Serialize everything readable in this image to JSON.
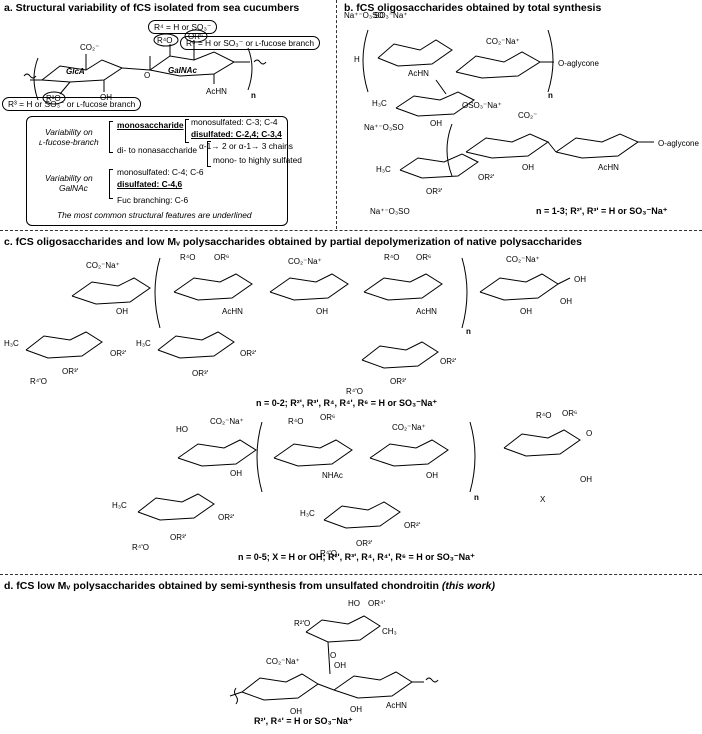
{
  "panels": {
    "a": {
      "title": "a. Structural variability of fCS isolated from sea cucumbers",
      "callout_r4": "R⁴ = H or SO₃⁻",
      "callout_r6": "R⁶ = H or SO₃⁻ or ʟ-fucose branch",
      "callout_r3": "R³ = H or SO₃⁻ or ʟ-fucose branch",
      "ring_labels": {
        "glca": "GlcA",
        "galnac": "GalNAc",
        "r3o": "R³O",
        "r4o": "R⁴O",
        "or6": "OR⁶",
        "co2": "CO₂⁻",
        "oh": "OH",
        "achn": "AcHN",
        "n": "n",
        "o": "O"
      },
      "legend": {
        "fuc_label_1": "Variability on",
        "fuc_label_2": "ʟ-fucose-branch",
        "mono_sac": "monosaccharide",
        "mono_sulf": "monosulfated: C-3; C-4",
        "di_sulf": "disulfated: C-2,4; C-3,4",
        "di_nona": "di- to nonasaccharide",
        "chains": "α-1→ 2 or α-1→ 3 chains",
        "mono_high": "mono- to highly sulfated",
        "galnac_label_1": "Variability on",
        "galnac_label_2": "GalNAc",
        "galnac_mono": "monosulfated: C-4; C-6",
        "galnac_di": "disulfated: C-4,6",
        "fuc_branch": "Fuc branching: C-6",
        "footer": "The most common structural features are underlined"
      }
    },
    "b": {
      "title": "b. fCS oligosaccharides obtained by total synthesis",
      "labels": {
        "na_o3so": "Na⁺⁻O₃SO",
        "so3na": "SO₃⁻Na⁺",
        "h": "H",
        "co2na": "CO₂⁻Na⁺",
        "o_aglycone": "O-aglycone",
        "achn": "AcHN",
        "n": "n",
        "h3c": "H₃C",
        "oso3na": "OSO₃⁻Na⁺",
        "oh": "OH",
        "na_o3so_2": "Na⁺⁻O₃SO",
        "co2": "CO₂⁻",
        "or2": "OR²ʹ",
        "or3": "OR³ʹ",
        "na_o3so_3": "Na⁺⁻O₃SO"
      },
      "note": "n = 1-3; R²ʹ, R³ʹ = H or SO₃⁻Na⁺"
    },
    "c": {
      "title": "c. fCS oligosaccharides and low Mᵥ polysaccharides obtained by partial depolymerization of native polysaccharides",
      "labels": {
        "co2na": "CO₂⁻Na⁺",
        "r4o": "R⁴O",
        "or6": "OR⁶",
        "oh": "OH",
        "achn": "AcHN",
        "n": "n",
        "h3c": "H₃C",
        "r4o_f": "R⁴ʹO",
        "or2": "OR²ʹ",
        "or3": "OR³ʹ",
        "nhac": "NHAc",
        "x": "X",
        "o": "O"
      },
      "note1": "n = 0-2; R²ʹ, R³ʹ, R⁴, R⁴ʹ, R⁶ = H or SO₃⁻Na⁺",
      "note2": "n = 0-5; X = H or OH; R²ʹ, R³ʹ, R⁴, R⁴ʹ, R⁶ = H or SO₃⁻Na⁺"
    },
    "d": {
      "title": "d. fCS low Mᵥ polysaccharides obtained by semi-synthesis from unsulfated chondroitin",
      "title_italic": "(this work)",
      "labels": {
        "ho": "HO",
        "or4": "OR⁴ʹ",
        "r2o": "R²ʹO",
        "ch3": "CH₃",
        "oh": "OH",
        "co2na": "CO₂⁻Na⁺",
        "achn": "AcHN",
        "o": "O"
      },
      "note": "R²ʹ, R⁴ʹ = H or SO₃⁻Na⁺"
    }
  }
}
